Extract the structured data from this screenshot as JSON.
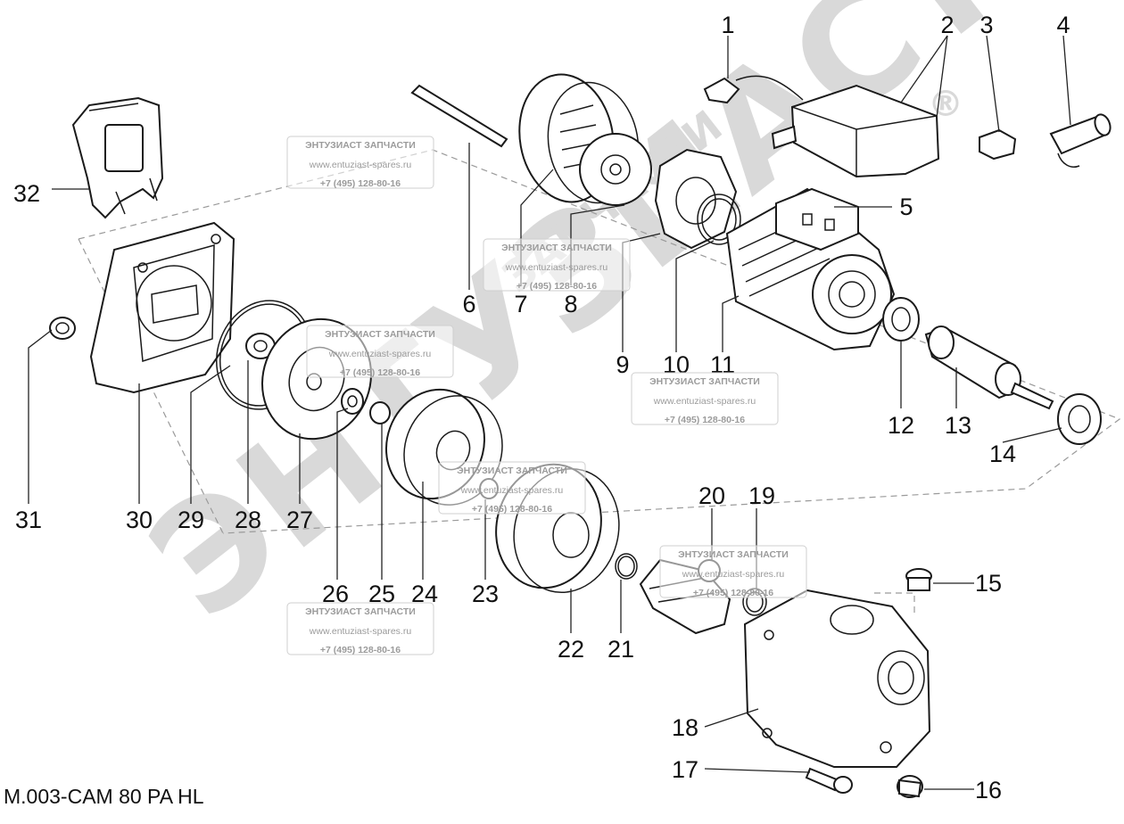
{
  "diagram": {
    "model_code": "M.003-CAM 80 PA HL",
    "watermark_text": "ЭНТУЗИАСТ",
    "watermark_small": "ЗАПЧАСТИ",
    "watermark_mark": "®",
    "stamp": {
      "line1": "ЭНТУЗИАСТ ЗАПЧАСТИ",
      "line2": "www.entuziast-spares.ru",
      "line3": "+7 (495) 128-80-16"
    },
    "callouts": [
      "1",
      "2",
      "3",
      "4",
      "5",
      "6",
      "7",
      "8",
      "9",
      "10",
      "11",
      "12",
      "13",
      "14",
      "15",
      "16",
      "17",
      "18",
      "19",
      "20",
      "21",
      "22",
      "23",
      "24",
      "25",
      "26",
      "27",
      "28",
      "29",
      "30",
      "31",
      "32"
    ],
    "colors": {
      "line": "#1a1a1a",
      "watermark": "#d9d9d9",
      "stamp_text": "#9b9b9b"
    }
  }
}
